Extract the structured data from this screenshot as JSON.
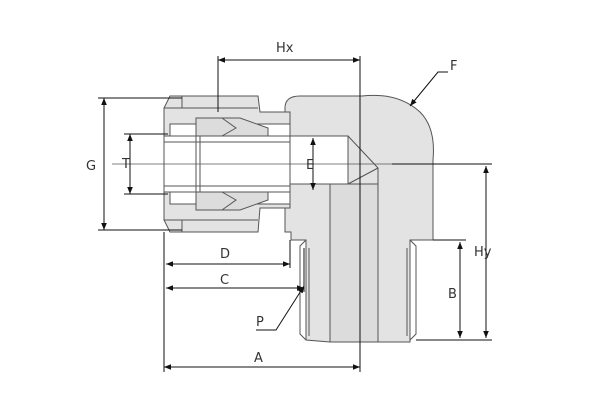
{
  "labels": {
    "hx": "Hx",
    "f": "F",
    "g": "G",
    "t": "T",
    "e": "E",
    "hy": "Hy",
    "d": "D",
    "c": "C",
    "b": "B",
    "p": "P",
    "a": "A"
  },
  "colors": {
    "fill": "#e3e3e3",
    "outline": "#555555",
    "dimension": "#111111"
  }
}
